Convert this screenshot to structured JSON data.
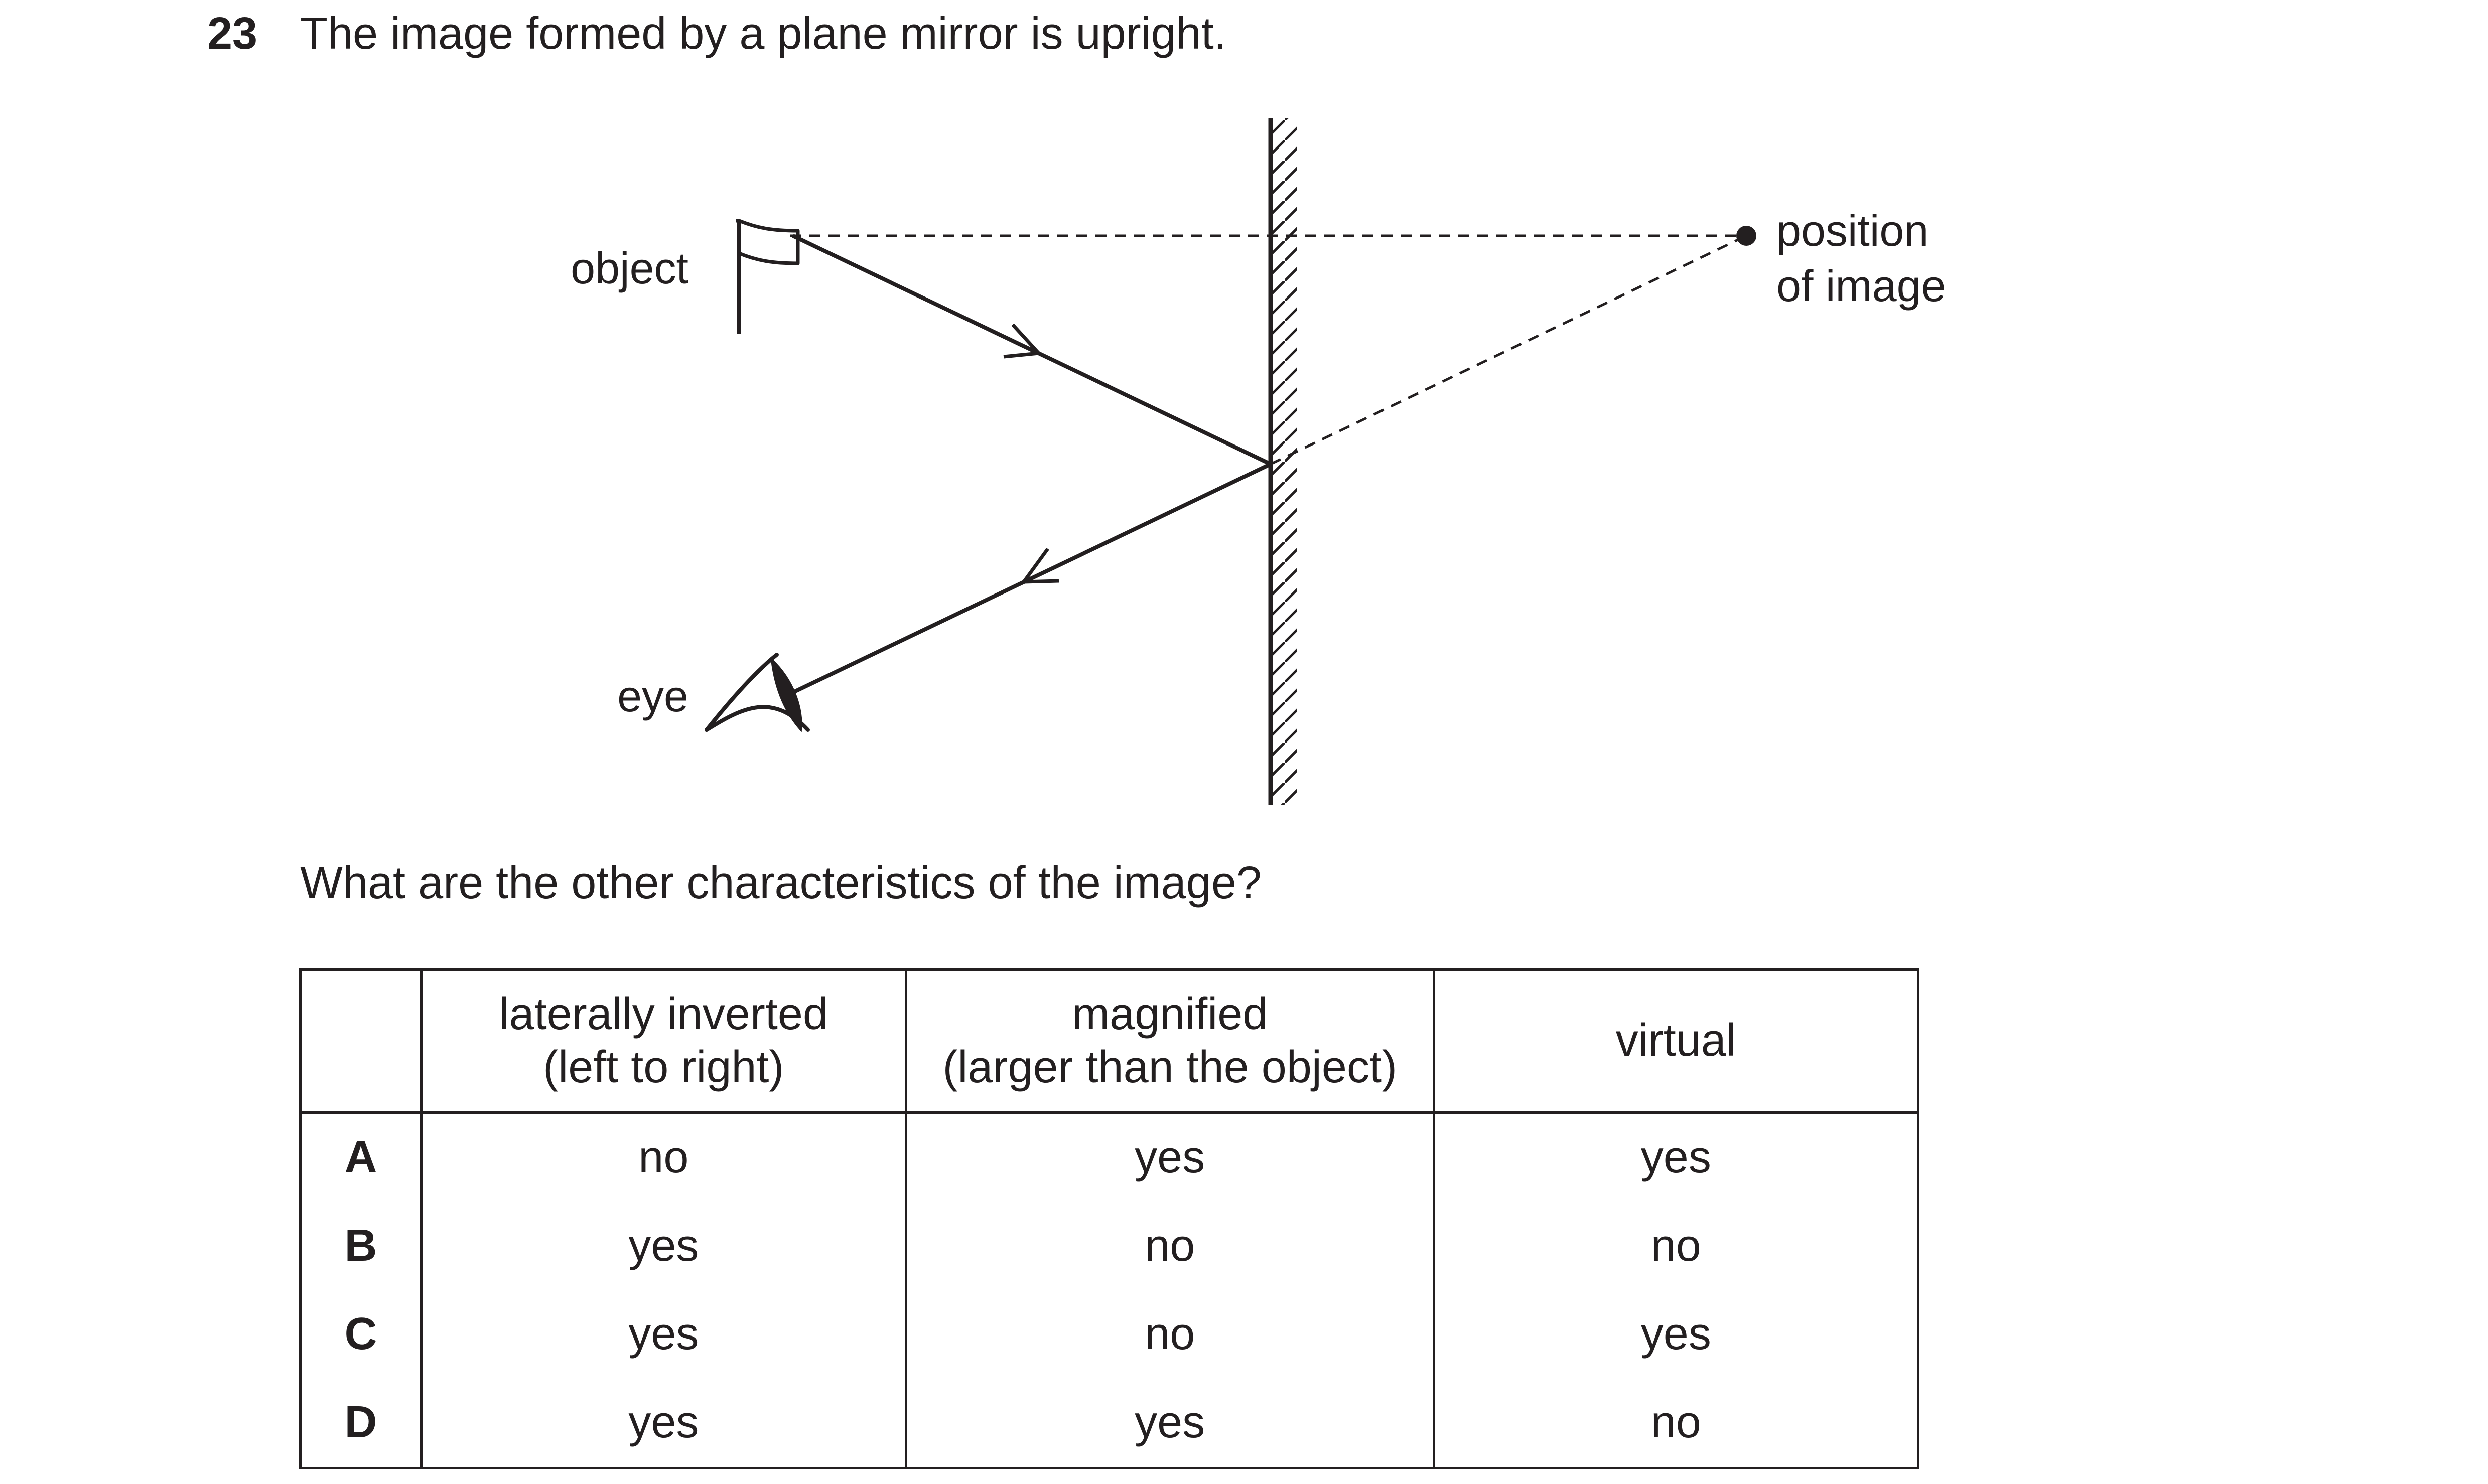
{
  "question": {
    "number": "23",
    "stem": "The image formed by a plane mirror is upright.",
    "prompt": "What are the other characteristics of the image?"
  },
  "diagram": {
    "labels": {
      "object": "object",
      "eye": "eye",
      "image_line1": "position",
      "image_line2": "of image"
    }
  },
  "table": {
    "headers": [
      {
        "line1": "laterally inverted",
        "line2": "(left to right)"
      },
      {
        "line1": "magnified",
        "line2": "(larger than the object)"
      },
      {
        "line1": "virtual",
        "line2": ""
      }
    ],
    "rows": [
      {
        "letter": "A",
        "cells": [
          "no",
          "yes",
          "yes"
        ]
      },
      {
        "letter": "B",
        "cells": [
          "yes",
          "no",
          "no"
        ]
      },
      {
        "letter": "C",
        "cells": [
          "yes",
          "no",
          "yes"
        ]
      },
      {
        "letter": "D",
        "cells": [
          "yes",
          "yes",
          "no"
        ]
      }
    ]
  }
}
